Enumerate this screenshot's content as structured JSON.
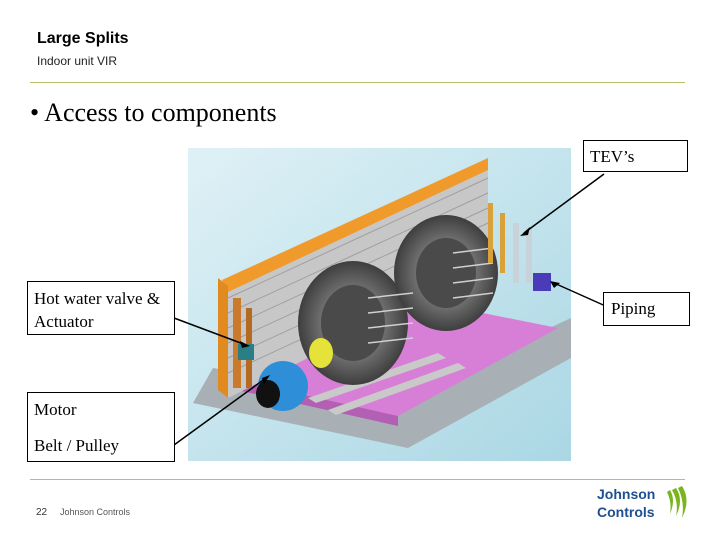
{
  "header": {
    "title": "Large Splits",
    "subtitle": "Indoor unit VIR"
  },
  "slide": {
    "bullet": "• Access to components"
  },
  "callouts": {
    "tev": "TEV’s",
    "hot_water": "Hot water valve & Actuator",
    "piping": "Piping",
    "motor": "Motor",
    "belt": "Belt / Pulley"
  },
  "footer": {
    "page": "22",
    "company": "Johnson Controls"
  },
  "logo": {
    "line1": "Johnson",
    "line2": "Controls"
  },
  "colors": {
    "rule": "#b9c26a",
    "logo_blue": "#1f4f8f",
    "logo_green": "#7ab51d"
  }
}
